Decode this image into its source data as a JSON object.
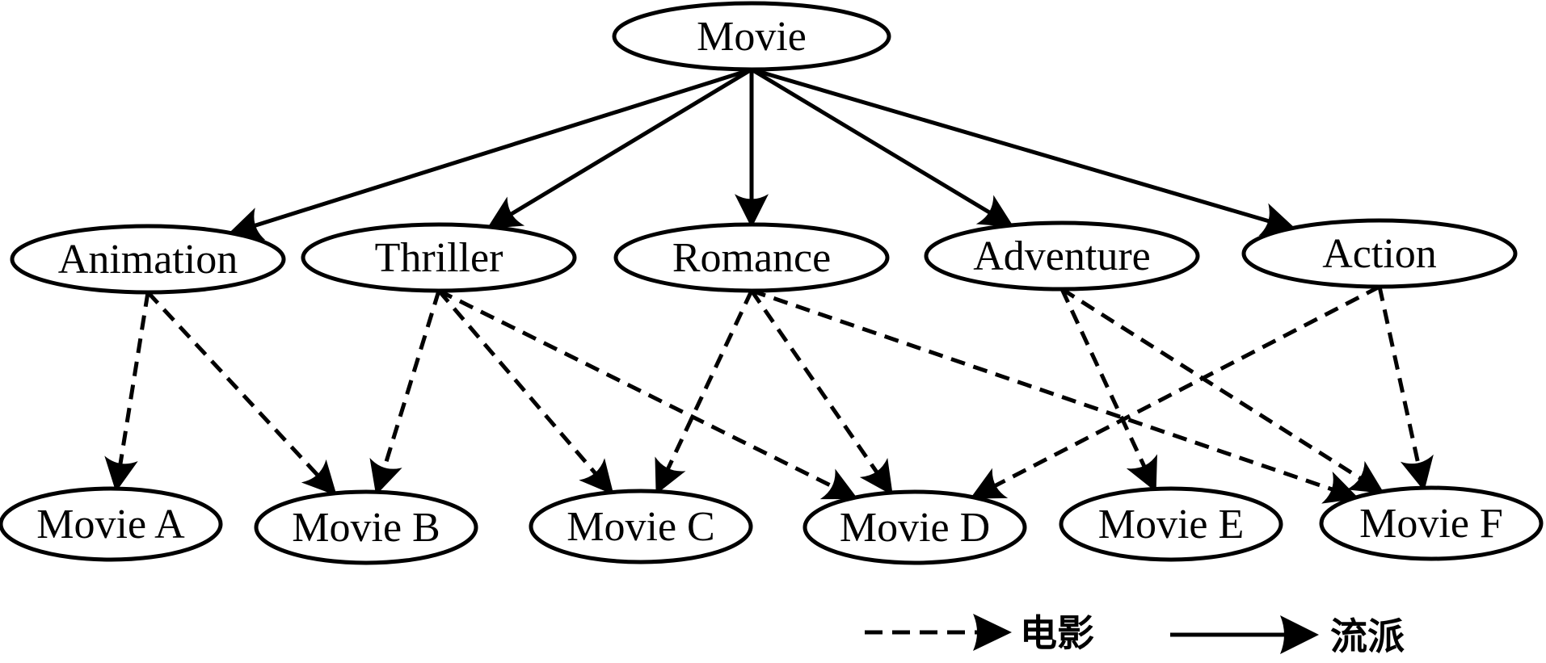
{
  "diagram": {
    "root": {
      "id": "movie",
      "label": "Movie"
    },
    "genres": [
      {
        "id": "animation",
        "label": "Animation"
      },
      {
        "id": "thriller",
        "label": "Thriller"
      },
      {
        "id": "romance",
        "label": "Romance"
      },
      {
        "id": "adventure",
        "label": "Adventure"
      },
      {
        "id": "action",
        "label": "Action"
      }
    ],
    "movies": [
      {
        "id": "movie-a",
        "label": "Movie A"
      },
      {
        "id": "movie-b",
        "label": "Movie B"
      },
      {
        "id": "movie-c",
        "label": "Movie C"
      },
      {
        "id": "movie-d",
        "label": "Movie D"
      },
      {
        "id": "movie-e",
        "label": "Movie E"
      },
      {
        "id": "movie-f",
        "label": "Movie F"
      }
    ],
    "genre_edges": [
      {
        "from": "movie",
        "to": "animation",
        "style": "solid"
      },
      {
        "from": "movie",
        "to": "thriller",
        "style": "solid"
      },
      {
        "from": "movie",
        "to": "romance",
        "style": "solid"
      },
      {
        "from": "movie",
        "to": "adventure",
        "style": "solid"
      },
      {
        "from": "movie",
        "to": "action",
        "style": "solid"
      }
    ],
    "movie_edges": [
      {
        "from": "animation",
        "to": "movie-a",
        "style": "dashed"
      },
      {
        "from": "animation",
        "to": "movie-b",
        "style": "dashed"
      },
      {
        "from": "thriller",
        "to": "movie-b",
        "style": "dashed"
      },
      {
        "from": "thriller",
        "to": "movie-c",
        "style": "dashed"
      },
      {
        "from": "thriller",
        "to": "movie-d",
        "style": "dashed"
      },
      {
        "from": "romance",
        "to": "movie-c",
        "style": "dashed"
      },
      {
        "from": "romance",
        "to": "movie-d",
        "style": "dashed"
      },
      {
        "from": "romance",
        "to": "movie-f",
        "style": "dashed"
      },
      {
        "from": "adventure",
        "to": "movie-e",
        "style": "dashed"
      },
      {
        "from": "adventure",
        "to": "movie-f",
        "style": "dashed"
      },
      {
        "from": "action",
        "to": "movie-d",
        "style": "dashed"
      },
      {
        "from": "action",
        "to": "movie-f",
        "style": "dashed"
      }
    ]
  },
  "legend": {
    "dashed_label": "电影",
    "solid_label": "流派"
  },
  "colors": {
    "stroke": "#000000",
    "background": "#ffffff"
  }
}
